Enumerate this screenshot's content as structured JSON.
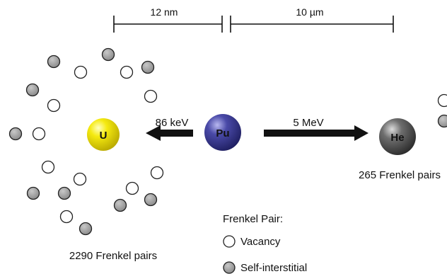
{
  "scale_bars": {
    "left": "12 nm",
    "right": "10 µm"
  },
  "atoms": {
    "uranium": {
      "symbol": "U",
      "color": "#f2e600"
    },
    "plutonium": {
      "symbol": "Pu",
      "color": "#3c3c96"
    },
    "helium": {
      "symbol": "He",
      "color": "#5a5a5a"
    }
  },
  "recoil": {
    "left_energy": "86 keV",
    "right_energy": "5 MeV"
  },
  "captions": {
    "uranium_damage": "2290 Frenkel pairs",
    "helium_damage": "265 Frenkel pairs"
  },
  "legend": {
    "title": "Frenkel Pair:",
    "vacancy": "Vacancy",
    "interstitial": "Self-interstitial",
    "vacancy_color": "#ffffff",
    "interstitial_color": "#9a9a9a"
  }
}
